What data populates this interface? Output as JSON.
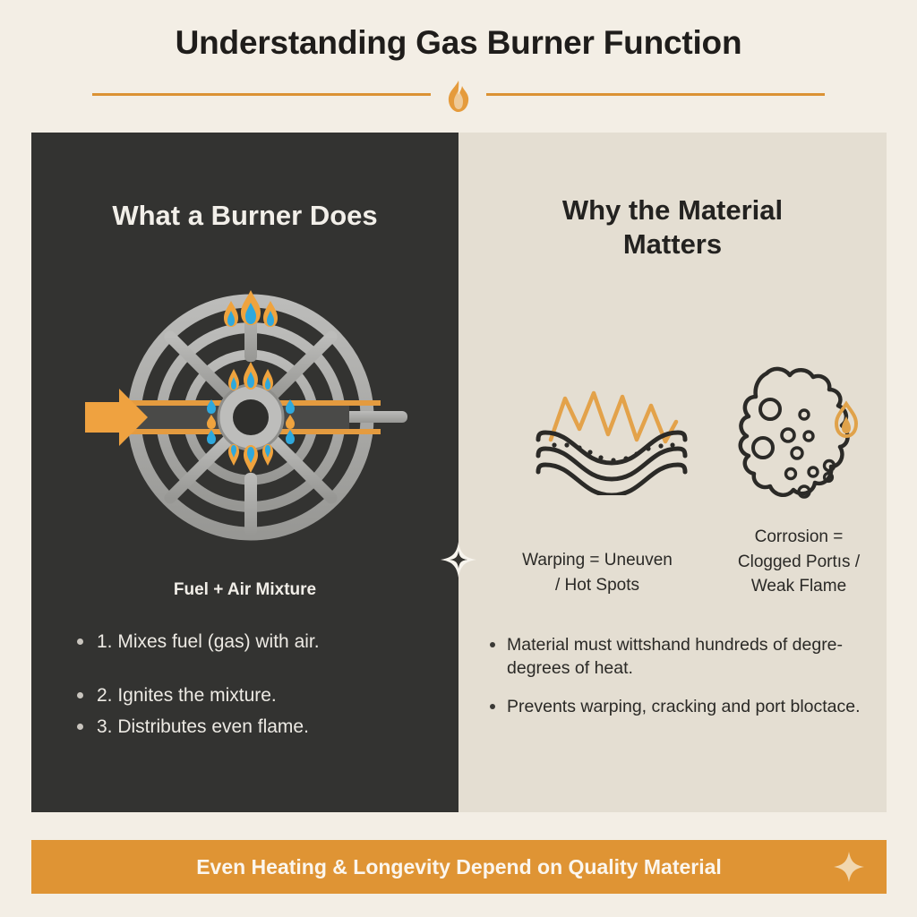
{
  "header": {
    "title": "Understanding Gas Burner Function",
    "flame_icon": "flame-icon"
  },
  "colors": {
    "page_background": "#F3EEE5",
    "panel_dark": "#333331",
    "panel_light": "#E4DED2",
    "accent_orange": "#DB9234",
    "footer_orange": "#DF9434",
    "flame_blue": "#2FA8DC",
    "metal_gray": "#A8A8A6",
    "text_light": "#F2EFE9",
    "text_dark": "#232220"
  },
  "left_panel": {
    "heading": "What a Burner Does",
    "diagram_caption": "Fuel + Air Mixture",
    "diagram_icon": "gas-burner-diagram",
    "inlet_arrow_icon": "gas-inlet-arrow-icon",
    "steps": [
      "1. Mixes fuel (gas) with air.",
      "2. Ignites the mixture.",
      "3. Distributes even flame."
    ]
  },
  "right_panel": {
    "heading_line1": "Why the Material",
    "heading_line2": "Matters",
    "icons": [
      {
        "name": "warped-metal-icon",
        "caption_line1": "Warping = Uneuven",
        "caption_line2": "/ Hot Spots"
      },
      {
        "name": "corroded-burner-icon",
        "caption_line1": "Corrosion =",
        "caption_line2": "Clogged Portıs /",
        "caption_line3": "Weak Flame"
      }
    ],
    "points": [
      "Material must wittshand hundreds of degre-degrees of heat.",
      "Prevents warping, cracking and port bloctace."
    ]
  },
  "divider": {
    "star_icon": "sparkle-icon"
  },
  "footer": {
    "text": "Even Heating & Longevity Depend on Quality Material",
    "star_icon": "sparkle-icon"
  }
}
